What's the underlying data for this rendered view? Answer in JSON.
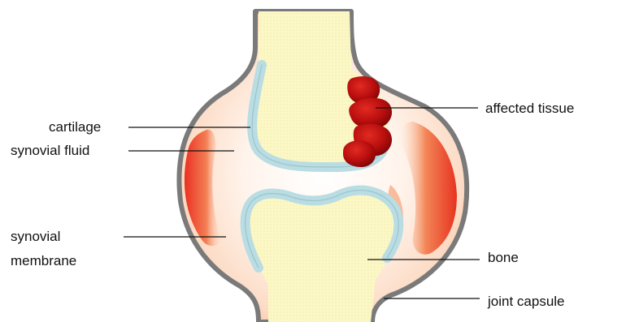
{
  "labels": {
    "cartilage": "cartilage",
    "synovial_fluid": "synovial fluid",
    "synovial_membrane_line1": "synovial",
    "synovial_membrane_line2": "membrane",
    "affected_tissue": "affected tissue",
    "bone": "bone",
    "joint_capsule": "joint capsule"
  },
  "colors": {
    "bone_fill": "#fbf7c0",
    "cartilage": "#bfe0e6",
    "capsule_outline": "#777777",
    "synovial_fluid": "#fde9dc",
    "synovial_membrane": "#f08a60",
    "inflamed_membrane": "#e33a1e",
    "affected_tissue": "#b10f0f",
    "leader_line": "#111111"
  }
}
